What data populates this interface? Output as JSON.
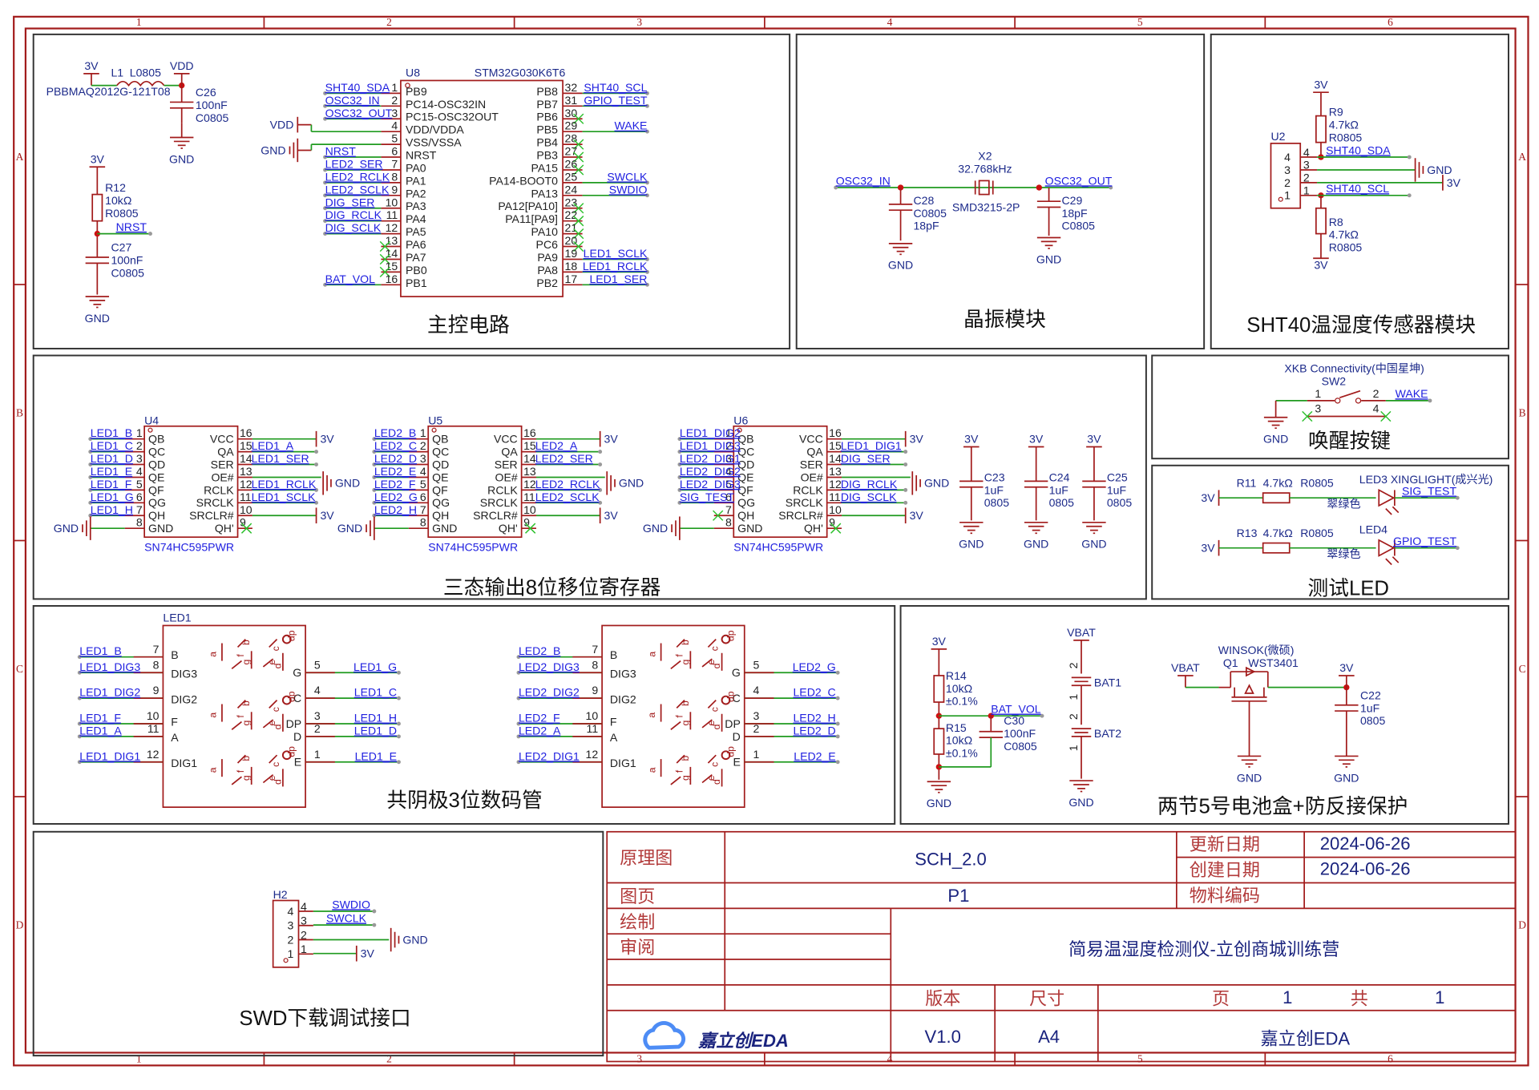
{
  "frame": {
    "columns": [
      "1",
      "2",
      "3",
      "4",
      "5",
      "6"
    ],
    "rows": [
      "A",
      "B",
      "C",
      "D"
    ]
  },
  "sections": {
    "mcu": "主控电路",
    "crystal": "晶振模块",
    "sht40": "SHT40温湿度传感器模块",
    "shift": "三态输出8位移位寄存器",
    "wake": "唤醒按键",
    "testled": "测试LED",
    "seg7": "共阴极3位数码管",
    "battery": "两节5号电池盒+防反接保护",
    "swd": "SWD下载调试接口"
  },
  "power": {
    "v3": "3V",
    "vdd": "VDD",
    "gnd": "GND",
    "vbat": "VBAT",
    "l1": "L1",
    "l1_pkg": "L0805",
    "l1_part": "PBBMAQ2012G-121T08",
    "c26": [
      "C26",
      "100nF",
      "C0805"
    ],
    "r12": [
      "R12",
      "10kΩ",
      "R0805"
    ],
    "c27": [
      "C27",
      "100nF",
      "C0805"
    ],
    "nrst": "NRST"
  },
  "mcu": {
    "ref": "U8",
    "part": "STM32G030K6T6",
    "left": [
      {
        "num": "1",
        "name": "PB9",
        "net": "SHT40_SDA"
      },
      {
        "num": "2",
        "name": "PC14-OSC32IN",
        "net": "OSC32_IN"
      },
      {
        "num": "3",
        "name": "PC15-OSC32OUT",
        "net": "OSC32_OUT"
      },
      {
        "num": "4",
        "name": "VDD/VDDA",
        "net": ""
      },
      {
        "num": "5",
        "name": "VSS/VSSA",
        "net": ""
      },
      {
        "num": "6",
        "name": "NRST",
        "net": "NRST"
      },
      {
        "num": "7",
        "name": "PA0",
        "net": "LED2_SER"
      },
      {
        "num": "8",
        "name": "PA1",
        "net": "LED2_RCLK"
      },
      {
        "num": "9",
        "name": "PA2",
        "net": "LED2_SCLK"
      },
      {
        "num": "10",
        "name": "PA3",
        "net": "DIG_SER"
      },
      {
        "num": "11",
        "name": "PA4",
        "net": "DIG_RCLK"
      },
      {
        "num": "12",
        "name": "PA5",
        "net": "DIG_SCLK"
      },
      {
        "num": "13",
        "name": "PA6",
        "net": "",
        "nc": true
      },
      {
        "num": "14",
        "name": "PA7",
        "net": "",
        "nc": true
      },
      {
        "num": "15",
        "name": "PB0",
        "net": "",
        "nc": true
      },
      {
        "num": "16",
        "name": "PB1",
        "net": "BAT_VOL"
      }
    ],
    "right": [
      {
        "num": "32",
        "name": "PB8",
        "net": "SHT40_SCL"
      },
      {
        "num": "31",
        "name": "PB7",
        "net": "GPIO_TEST"
      },
      {
        "num": "30",
        "name": "PB6",
        "net": "",
        "nc": true
      },
      {
        "num": "29",
        "name": "PB5",
        "net": "WAKE"
      },
      {
        "num": "28",
        "name": "PB4",
        "net": "",
        "nc": true
      },
      {
        "num": "27",
        "name": "PB3",
        "net": "",
        "nc": true
      },
      {
        "num": "26",
        "name": "PA15",
        "net": "",
        "nc": true
      },
      {
        "num": "25",
        "name": "PA14-BOOT0",
        "net": "SWCLK"
      },
      {
        "num": "24",
        "name": "PA13",
        "net": "SWDIO"
      },
      {
        "num": "23",
        "name": "PA12[PA10]",
        "net": "",
        "nc": true
      },
      {
        "num": "22",
        "name": "PA11[PA9]",
        "net": "",
        "nc": true
      },
      {
        "num": "21",
        "name": "PA10",
        "net": "",
        "nc": true
      },
      {
        "num": "20",
        "name": "PC6",
        "net": "",
        "nc": true
      },
      {
        "num": "19",
        "name": "PA9",
        "net": "LED1_SCLK"
      },
      {
        "num": "18",
        "name": "PA8",
        "net": "LED1_RCLK"
      },
      {
        "num": "17",
        "name": "PB2",
        "net": "LED1_SER"
      }
    ]
  },
  "crystal": {
    "ref": "X2",
    "freq": "32.768kHz",
    "pkg": "SMD3215-2P",
    "net_in": "OSC32_IN",
    "net_out": "OSC32_OUT",
    "c28": [
      "C28",
      "C0805",
      "18pF"
    ],
    "c29": [
      "C29",
      "18pF",
      "C0805"
    ]
  },
  "sht40": {
    "ref": "U2",
    "r9": [
      "R9",
      "4.7kΩ",
      "R0805"
    ],
    "r8": [
      "R8",
      "4.7kΩ",
      "R0805"
    ],
    "sda": "SHT40_SDA",
    "scl": "SHT40_SCL",
    "pins": [
      "4",
      "3",
      "2",
      "1"
    ]
  },
  "shift_regs": [
    {
      "ref": "U4",
      "part": "SN74HC595PWR",
      "left": [
        [
          "1",
          "QB",
          "LED1_B"
        ],
        [
          "2",
          "QC",
          "LED1_C"
        ],
        [
          "3",
          "QD",
          "LED1_D"
        ],
        [
          "4",
          "QE",
          "LED1_E"
        ],
        [
          "5",
          "QF",
          "LED1_F"
        ],
        [
          "6",
          "QG",
          "LED1_G"
        ],
        [
          "7",
          "QH",
          "LED1_H"
        ],
        [
          "8",
          "GND",
          ""
        ]
      ],
      "right": [
        [
          "16",
          "VCC",
          ""
        ],
        [
          "15",
          "QA",
          "LED1_A"
        ],
        [
          "14",
          "SER",
          "LED1_SER"
        ],
        [
          "13",
          "OE#",
          ""
        ],
        [
          "12",
          "RCLK",
          "LED1_RCLK"
        ],
        [
          "11",
          "SRCLK",
          "LED1_SCLK"
        ],
        [
          "10",
          "SRCLR#",
          ""
        ],
        [
          "9",
          "QH'",
          ""
        ]
      ],
      "qh_nc": false
    },
    {
      "ref": "U5",
      "part": "SN74HC595PWR",
      "left": [
        [
          "1",
          "QB",
          "LED2_B"
        ],
        [
          "2",
          "QC",
          "LED2_C"
        ],
        [
          "3",
          "QD",
          "LED2_D"
        ],
        [
          "4",
          "QE",
          "LED2_E"
        ],
        [
          "5",
          "QF",
          "LED2_F"
        ],
        [
          "6",
          "QG",
          "LED2_G"
        ],
        [
          "7",
          "QH",
          "LED2_H"
        ],
        [
          "8",
          "GND",
          ""
        ]
      ],
      "right": [
        [
          "16",
          "VCC",
          ""
        ],
        [
          "15",
          "QA",
          "LED2_A"
        ],
        [
          "14",
          "SER",
          "LED2_SER"
        ],
        [
          "13",
          "OE#",
          ""
        ],
        [
          "12",
          "RCLK",
          "LED2_RCLK"
        ],
        [
          "11",
          "SRCLK",
          "LED2_SCLK"
        ],
        [
          "10",
          "SRCLR#",
          ""
        ],
        [
          "9",
          "QH'",
          ""
        ]
      ],
      "qh_nc": false
    },
    {
      "ref": "U6",
      "part": "SN74HC595PWR",
      "left": [
        [
          "1",
          "QB",
          "LED1_DIG2"
        ],
        [
          "2",
          "QC",
          "LED1_DIG3"
        ],
        [
          "3",
          "QD",
          "LED2_DIG1"
        ],
        [
          "4",
          "QE",
          "LED2_DIG2"
        ],
        [
          "5",
          "QF",
          "LED2_DIG3"
        ],
        [
          "6",
          "QG",
          "SIG_TEST"
        ],
        [
          "7",
          "QH",
          ""
        ],
        [
          "8",
          "GND",
          ""
        ]
      ],
      "right": [
        [
          "16",
          "VCC",
          ""
        ],
        [
          "15",
          "QA",
          "LED1_DIG1"
        ],
        [
          "14",
          "SER",
          "DIG_SER"
        ],
        [
          "13",
          "OE#",
          ""
        ],
        [
          "12",
          "RCLK",
          "DIG_RCLK"
        ],
        [
          "11",
          "SRCLK",
          "DIG_SCLK"
        ],
        [
          "10",
          "SRCLR#",
          ""
        ],
        [
          "9",
          "QH'",
          ""
        ]
      ],
      "qh_nc": true
    }
  ],
  "decoupling": [
    [
      "C23",
      "1uF",
      "0805"
    ],
    [
      "C24",
      "1uF",
      "0805"
    ],
    [
      "C25",
      "1uF",
      "0805"
    ]
  ],
  "wake": {
    "vendor": "XKB Connectivity(中国星坤)",
    "ref": "SW2",
    "net": "WAKE",
    "pins": [
      "1",
      "2",
      "3",
      "4"
    ]
  },
  "leds": [
    {
      "res": "R11",
      "val": "4.7kΩ",
      "pkg": "R0805",
      "ref": "LED3 XINGLIGHT(成兴光)",
      "color": "翠绿色",
      "net": "SIG_TEST"
    },
    {
      "res": "R13",
      "val": "4.7kΩ",
      "pkg": "R0805",
      "ref": "LED4",
      "color": "翠绿色",
      "net": "GPIO_TEST"
    }
  ],
  "seg7": [
    {
      "ref": "LED1",
      "left": [
        [
          "LED1_B",
          "7",
          "B"
        ],
        [
          "LED1_DIG3",
          "8",
          "DIG3"
        ],
        [
          "LED1_DIG2",
          "9",
          "DIG2"
        ],
        [
          "LED1_F",
          "10",
          "F"
        ],
        [
          "LED1_A",
          "11",
          "A"
        ],
        [
          "LED1_DIG1",
          "12",
          "DIG1"
        ]
      ],
      "right": [
        [
          "5",
          "G",
          "LED1_G"
        ],
        [
          "4",
          "C",
          "LED1_C"
        ],
        [
          "3",
          "DP",
          "LED1_H"
        ],
        [
          "2",
          "D",
          "LED1_D"
        ],
        [
          "1",
          "E",
          "LED1_E"
        ]
      ]
    },
    {
      "ref": "",
      "left": [
        [
          "LED2_B",
          "7",
          "B"
        ],
        [
          "LED2_DIG3",
          "8",
          "DIG3"
        ],
        [
          "LED2_DIG2",
          "9",
          "DIG2"
        ],
        [
          "LED2_F",
          "10",
          "F"
        ],
        [
          "LED2_A",
          "11",
          "A"
        ],
        [
          "LED2_DIG1",
          "12",
          "DIG1"
        ]
      ],
      "right": [
        [
          "5",
          "G",
          "LED2_G"
        ],
        [
          "4",
          "C",
          "LED2_C"
        ],
        [
          "3",
          "DP",
          "LED2_H"
        ],
        [
          "2",
          "D",
          "LED2_D"
        ],
        [
          "1",
          "E",
          "LED2_E"
        ]
      ]
    }
  ],
  "segment_letters": {
    "a": "a",
    "b": "b",
    "c": "c",
    "d": "d",
    "e": "e",
    "f": "f",
    "g": "g",
    "dp": "dp"
  },
  "battery": {
    "r14": [
      "R14",
      "10kΩ",
      "±0.1%"
    ],
    "r15": [
      "R15",
      "10kΩ",
      "±0.1%"
    ],
    "c30": [
      "C30",
      "100nF",
      "C0805"
    ],
    "bat_vol": "BAT_VOL",
    "bat1": "BAT1",
    "bat2": "BAT2",
    "q1_vendor": "WINSOK(微硕)",
    "q1": "Q1",
    "q1_part": "WST3401",
    "c22": [
      "C22",
      "1uF",
      "0805"
    ],
    "bat_pins": [
      "2",
      "1",
      "2",
      "1"
    ]
  },
  "swd": {
    "ref": "H2",
    "swdio": "SWDIO",
    "swclk": "SWCLK",
    "pins": [
      "4",
      "3",
      "2",
      "1"
    ]
  },
  "title_block": {
    "label_schematic": "原理图",
    "schematic_name": "SCH_2.0",
    "label_page": "图页",
    "page_name": "P1",
    "label_drawn": "绘制",
    "label_review": "审阅",
    "label_updated": "更新日期",
    "updated": "2024-06-26",
    "label_created": "创建日期",
    "created": "2024-06-26",
    "label_material": "物料编码",
    "material": "",
    "project": "简易温湿度检测仪-立创商城训练营",
    "label_version": "版本",
    "version": "V1.0",
    "label_size": "尺寸",
    "size": "A4",
    "label_page_no": "页",
    "page_no": "1",
    "label_total": "共",
    "total": "1",
    "brand": "嘉立创EDA",
    "logo_text": "嘉立创EDA"
  }
}
